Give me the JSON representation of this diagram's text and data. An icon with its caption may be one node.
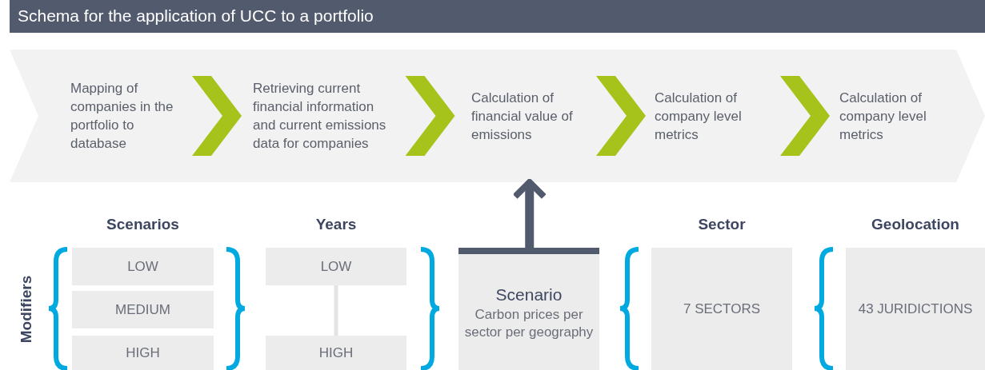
{
  "diagram": {
    "title": "Schema for the application of UCC to a portfolio",
    "nodes": [
      {
        "text": [
          "Mapping of companies in the portfolio to database"
        ]
      },
      {
        "text": [
          "Retrieving current financial information and current emissions data for companies"
        ]
      },
      {
        "text": [
          "Calculation of financial value of emissions"
        ]
      },
      {
        "text": [
          "Calculation of company level metrics"
        ]
      },
      {
        "text": [
          "Calculation of company level metrics"
        ]
      },
      {
        "text": [
          "LOW"
        ]
      },
      {
        "text": [
          "MEDIUM"
        ]
      },
      {
        "text": [
          "HIGH"
        ]
      },
      {
        "text": [
          "LOW"
        ]
      },
      {
        "text": [
          "HIGH"
        ]
      },
      {
        "text": [
          "Scenario",
          "Carbon prices per sector per geography"
        ]
      },
      {
        "text": [
          "7 SECTORS"
        ]
      },
      {
        "text": [
          "43 JURIDICTIONS"
        ]
      }
    ],
    "edges": [
      {
        "from": 0,
        "to": 1,
        "arrow": "to"
      },
      {
        "from": 1,
        "to": 2,
        "arrow": "to"
      },
      {
        "from": 2,
        "to": 3,
        "arrow": "to"
      },
      {
        "from": 3,
        "to": 4,
        "arrow": "to"
      },
      {
        "from": 8,
        "to": 9,
        "arrow": "none",
        "color": "#e4e4e4"
      },
      {
        "from": 10,
        "to": 2,
        "arrow": "to",
        "style": "thick",
        "color": "#525a6e"
      }
    ],
    "labels": [
      "Scenarios",
      "Years",
      "Sector",
      "Geolocation",
      "Modifiers"
    ]
  }
}
